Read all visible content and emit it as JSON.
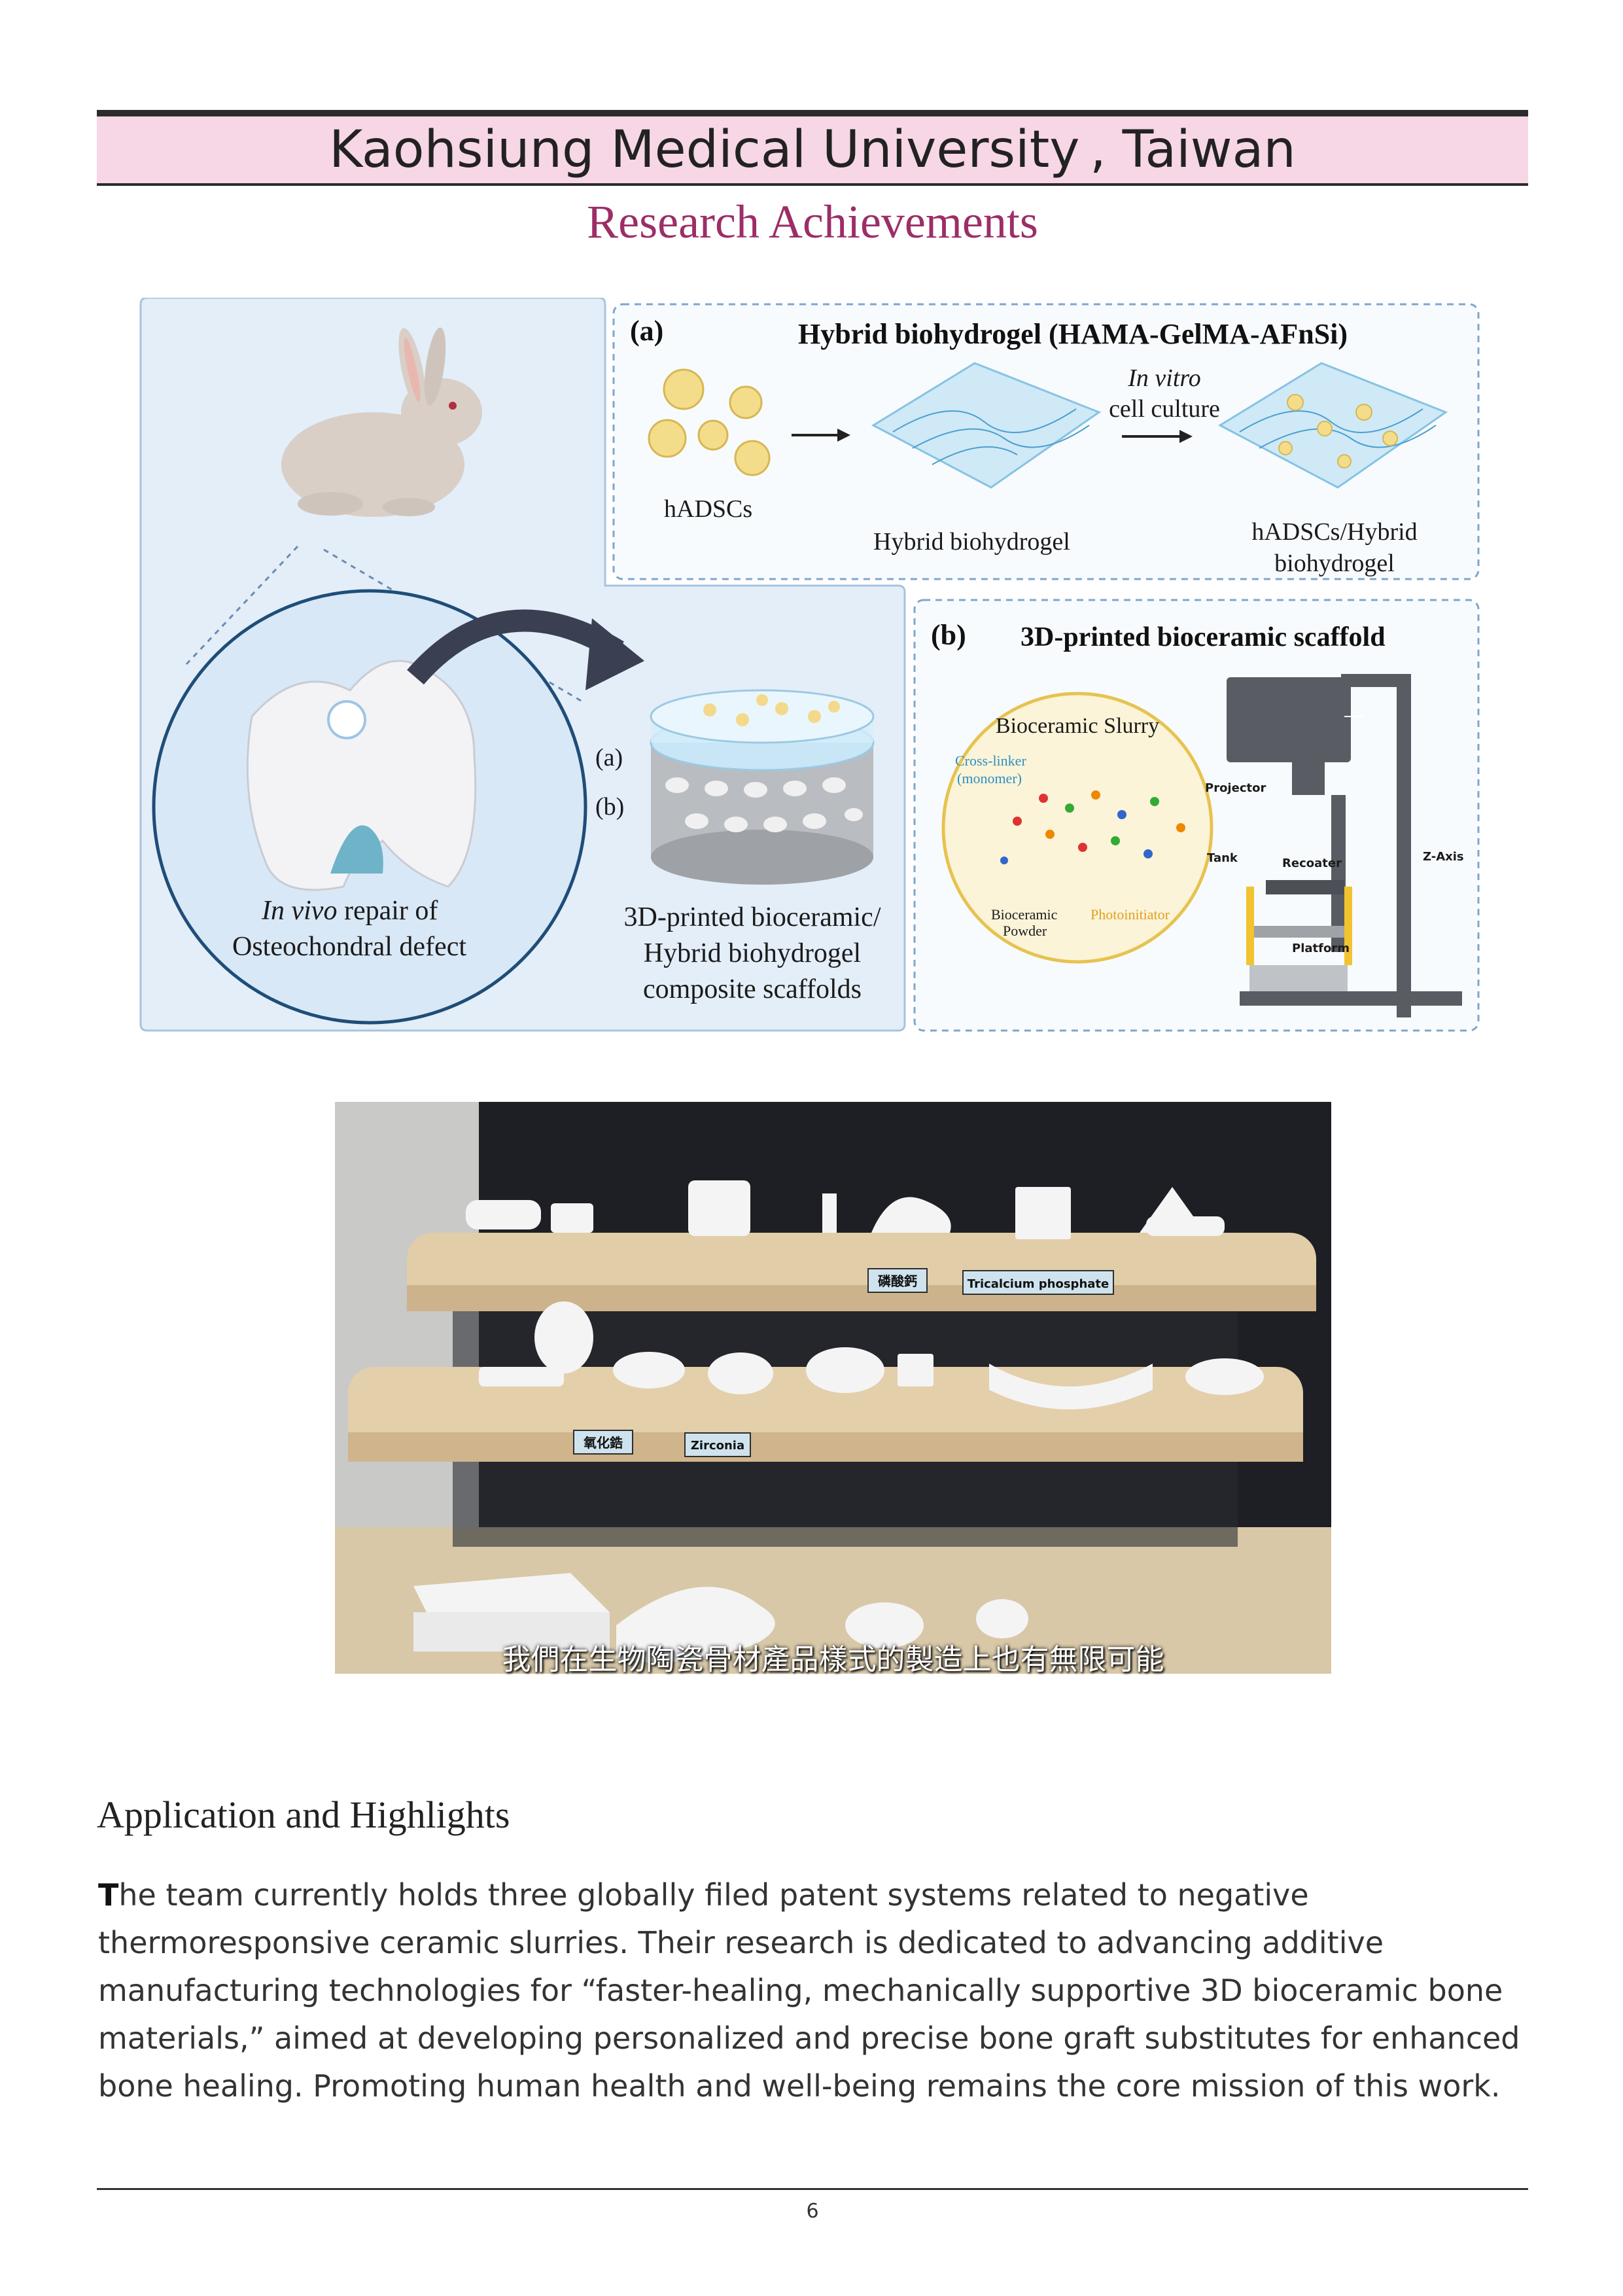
{
  "header": {
    "institution": "Kaohsiung Medical University , Taiwan",
    "section": "Research Achievements",
    "band_color": "#f7d6e6",
    "section_color": "#9c2e66"
  },
  "figure": {
    "panel_a_letter": "(a)",
    "panel_a_title": "Hybrid biohydrogel (HAMA-GelMA-AFnSi)",
    "hadscs_label": "hADSCs",
    "hybrid_label": "Hybrid biohydrogel",
    "in_vitro_label": "In vitro",
    "cell_culture_label": "cell culture",
    "hadscs_hybrid_label_1": "hADSCs/Hybrid",
    "hadscs_hybrid_label_2": "biohydrogel",
    "panel_b_letter": "(b)",
    "panel_b_title": "3D-printed bioceramic  scaffold",
    "slurry_title": "Bioceramic Slurry",
    "crosslinker_label_1": "Cross-linker",
    "crosslinker_label_2": "(monomer)",
    "powder_label_1": "Bioceramic",
    "powder_label_2": "Powder",
    "photoinitiator_label": "Photoinitiator",
    "projector_label": "Projector",
    "tank_label": "Tank",
    "recoater_label": "Recoater",
    "zaxis_label": "Z-Axis",
    "platform_label": "Platform",
    "invivo_italic": "In vivo",
    "invivo_rest": " repair of",
    "defect_label": "Osteochondral defect",
    "layer_a": "(a)",
    "layer_b": "(b)",
    "composite_label_1": "3D-printed bioceramic/",
    "composite_label_2": "Hybrid biohydrogel",
    "composite_label_3": "composite scaffolds"
  },
  "photo": {
    "label_top_cn": "磷酸鈣",
    "label_top_en": "Tricalcium phosphate",
    "label_mid_cn": "氧化鋯",
    "label_mid_en": "Zirconia",
    "caption": "我們在生物陶瓷骨材產品樣式的製造上也有無限可能"
  },
  "application": {
    "heading": "Application and Highlights",
    "dropcap": "T",
    "body": "he team currently holds three globally filed patent systems related to negative thermoresponsive ceramic slurries. Their research is dedicated to advancing additive manufacturing technologies for “faster-healing, mechanically supportive 3D bioceramic bone materials,” aimed at developing personalized and precise bone graft substitutes for enhanced bone healing. Promoting human health and well-being remains the core mission of this work."
  },
  "footer": {
    "page_number": "6"
  }
}
